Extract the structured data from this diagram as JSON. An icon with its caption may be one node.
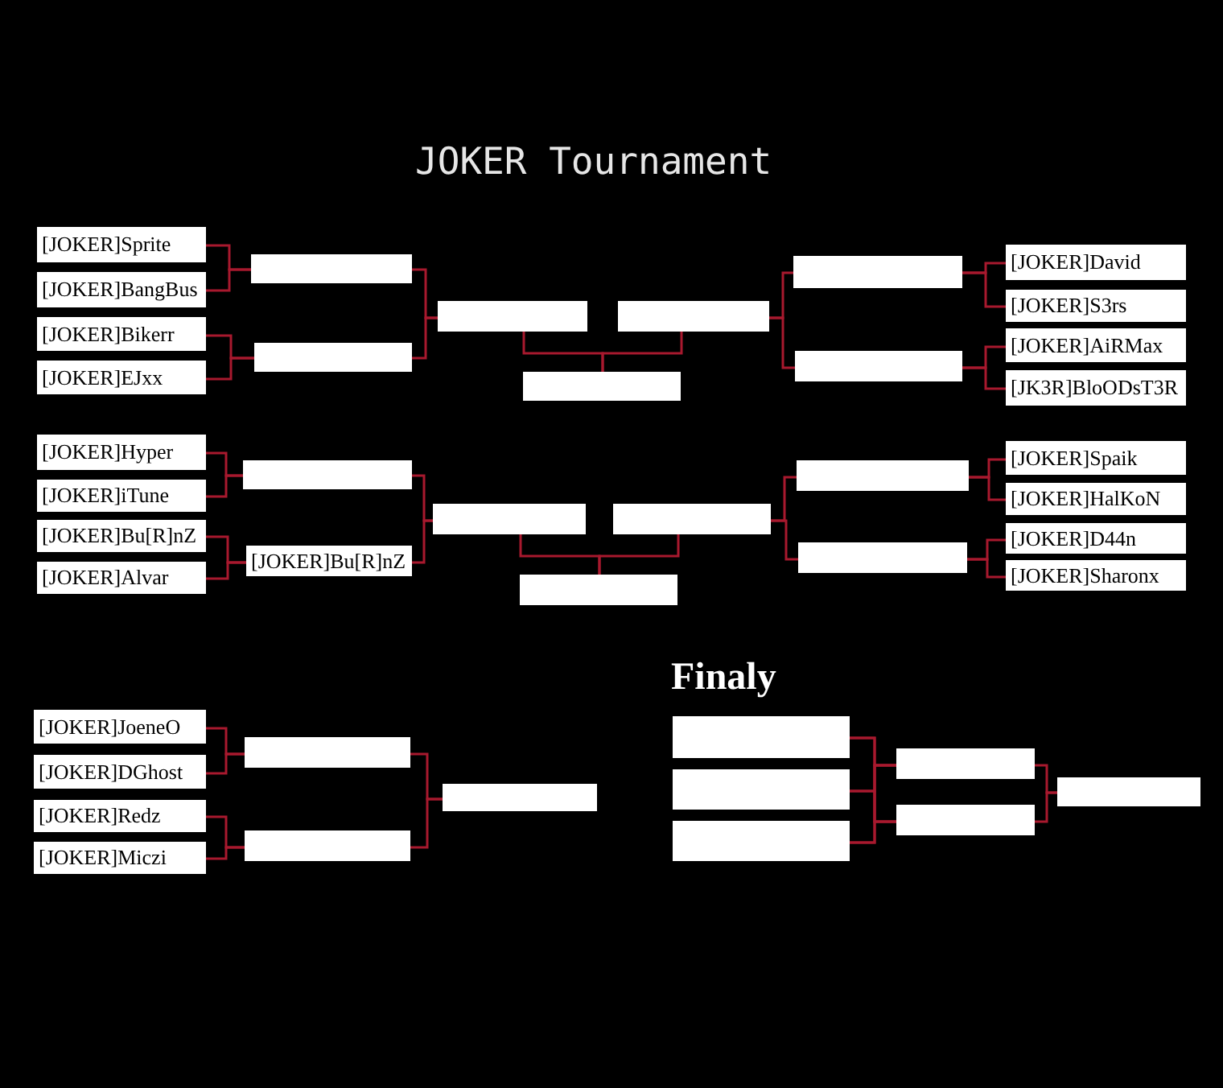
{
  "diagram": {
    "title": "JOKER Tournament",
    "nodes": [
      {
        "text": [
          "[JOKER]Sprite"
        ]
      },
      {
        "text": [
          "[JOKER]BangBus"
        ]
      },
      {
        "text": [
          "[JOKER]Bikerr"
        ]
      },
      {
        "text": [
          "[JOKER]EJxx"
        ]
      },
      {
        "text": [],
        "shape": "box"
      },
      {
        "text": [],
        "shape": "box"
      },
      {
        "text": [],
        "shape": "box"
      },
      {
        "text": [],
        "shape": "box"
      },
      {
        "text": [],
        "shape": "box"
      },
      {
        "text": [],
        "shape": "box"
      },
      {
        "text": [],
        "shape": "box"
      },
      {
        "text": [
          "[JOKER]David"
        ]
      },
      {
        "text": [
          "[JOKER]S3rs"
        ]
      },
      {
        "text": [
          "[JOKER]AiRMax"
        ]
      },
      {
        "text": [
          "[JK3R]BloODsT3R"
        ]
      },
      {
        "text": [
          "[JOKER]Hyper"
        ]
      },
      {
        "text": [
          "[JOKER]iTune"
        ]
      },
      {
        "text": [
          "[JOKER]Bu[R]nZ"
        ]
      },
      {
        "text": [
          "[JOKER]Alvar"
        ]
      },
      {
        "text": [],
        "shape": "box"
      },
      {
        "text": [
          "[JOKER]Bu[R]nZ"
        ]
      },
      {
        "text": [],
        "shape": "box"
      },
      {
        "text": [],
        "shape": "box"
      },
      {
        "text": [],
        "shape": "box"
      },
      {
        "text": [],
        "shape": "box"
      },
      {
        "text": [],
        "shape": "box"
      },
      {
        "text": [
          "[JOKER]Spaik"
        ]
      },
      {
        "text": [
          "[JOKER]HalKoN"
        ]
      },
      {
        "text": [
          "[JOKER]D44n"
        ]
      },
      {
        "text": [
          "[JOKER]Sharonx"
        ]
      },
      {
        "text": [
          "[JOKER]JoeneO"
        ]
      },
      {
        "text": [
          "[JOKER]DGhost"
        ]
      },
      {
        "text": [
          "[JOKER]Redz"
        ]
      },
      {
        "text": [
          "[JOKER]Miczi"
        ]
      },
      {
        "text": [],
        "shape": "box"
      },
      {
        "text": [],
        "shape": "box"
      },
      {
        "text": [],
        "shape": "box"
      },
      {
        "text": [],
        "shape": "box"
      },
      {
        "text": [],
        "shape": "box"
      },
      {
        "text": [],
        "shape": "box"
      },
      {
        "text": [],
        "shape": "box"
      },
      {
        "text": [],
        "shape": "box"
      },
      {
        "text": [],
        "shape": "box"
      }
    ],
    "edges": [
      {
        "from": 0,
        "to": 4,
        "arrow": "none"
      },
      {
        "from": 1,
        "to": 4,
        "arrow": "none"
      },
      {
        "from": 2,
        "to": 5,
        "arrow": "none"
      },
      {
        "from": 3,
        "to": 5,
        "arrow": "none"
      },
      {
        "from": 4,
        "to": 6,
        "arrow": "none"
      },
      {
        "from": 5,
        "to": 6,
        "arrow": "none"
      },
      {
        "from": 6,
        "to": 8,
        "arrow": "none"
      },
      {
        "from": 7,
        "to": 8,
        "arrow": "none"
      },
      {
        "from": 9,
        "to": 7,
        "arrow": "none"
      },
      {
        "from": 10,
        "to": 7,
        "arrow": "none"
      },
      {
        "from": 11,
        "to": 9,
        "arrow": "none"
      },
      {
        "from": 12,
        "to": 9,
        "arrow": "none"
      },
      {
        "from": 13,
        "to": 10,
        "arrow": "none"
      },
      {
        "from": 14,
        "to": 10,
        "arrow": "none"
      },
      {
        "from": 15,
        "to": 19,
        "arrow": "none"
      },
      {
        "from": 16,
        "to": 19,
        "arrow": "none"
      },
      {
        "from": 17,
        "to": 20,
        "arrow": "none"
      },
      {
        "from": 18,
        "to": 20,
        "arrow": "none"
      },
      {
        "from": 19,
        "to": 21,
        "arrow": "none"
      },
      {
        "from": 20,
        "to": 21,
        "arrow": "none"
      },
      {
        "from": 21,
        "to": 23,
        "arrow": "none"
      },
      {
        "from": 22,
        "to": 23,
        "arrow": "none"
      },
      {
        "from": 24,
        "to": 22,
        "arrow": "none"
      },
      {
        "from": 25,
        "to": 22,
        "arrow": "none"
      },
      {
        "from": 26,
        "to": 24,
        "arrow": "none"
      },
      {
        "from": 27,
        "to": 24,
        "arrow": "none"
      },
      {
        "from": 28,
        "to": 25,
        "arrow": "none"
      },
      {
        "from": 29,
        "to": 25,
        "arrow": "none"
      },
      {
        "from": 30,
        "to": 34,
        "arrow": "none"
      },
      {
        "from": 31,
        "to": 34,
        "arrow": "none"
      },
      {
        "from": 32,
        "to": 35,
        "arrow": "none"
      },
      {
        "from": 33,
        "to": 35,
        "arrow": "none"
      },
      {
        "from": 34,
        "to": 36,
        "arrow": "none"
      },
      {
        "from": 35,
        "to": 36,
        "arrow": "none"
      },
      {
        "from": 37,
        "to": 40,
        "arrow": "none"
      },
      {
        "from": 37,
        "to": 41,
        "arrow": "none"
      },
      {
        "from": 38,
        "to": 40,
        "arrow": "none"
      },
      {
        "from": 38,
        "to": 41,
        "arrow": "none"
      },
      {
        "from": 39,
        "to": 40,
        "arrow": "none"
      },
      {
        "from": 39,
        "to": 41,
        "arrow": "none"
      },
      {
        "from": 40,
        "to": 42,
        "arrow": "none"
      },
      {
        "from": 41,
        "to": 42,
        "arrow": "none"
      }
    ],
    "labels": [
      "Finaly"
    ]
  }
}
